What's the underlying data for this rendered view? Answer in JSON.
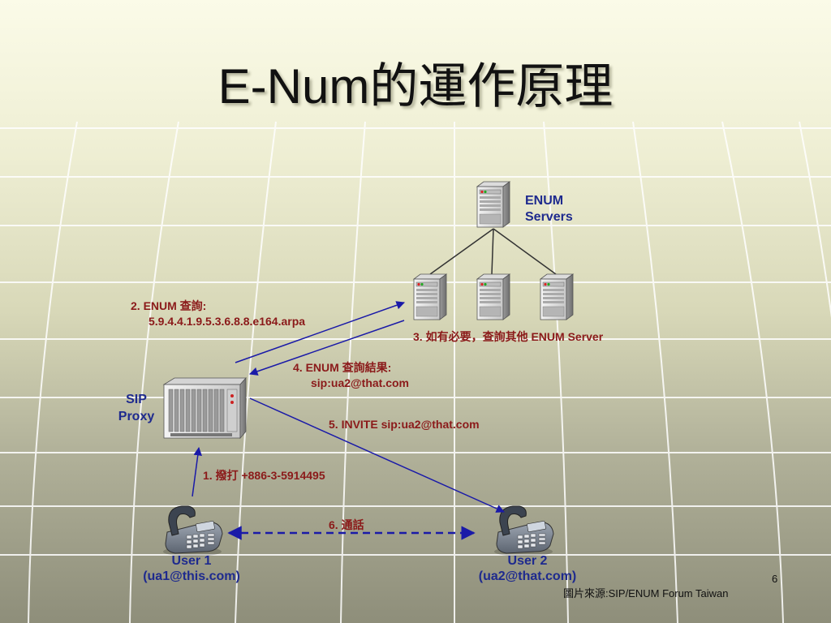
{
  "slide": {
    "title": "E-Num的運作原理",
    "page_number": "6",
    "source": "圖片來源:SIP/ENUM Forum Taiwan"
  },
  "nodes": {
    "enum_servers": {
      "line1": "ENUM",
      "line2": "Servers"
    },
    "sip_proxy": {
      "line1": "SIP",
      "line2": "Proxy"
    },
    "user1": {
      "name": "User 1",
      "address": "(ua1@this.com)"
    },
    "user2": {
      "name": "User 2",
      "address": "(ua2@that.com)"
    }
  },
  "steps": {
    "s1": "1. 撥打 +886-3-5914495",
    "s2_line1": "2. ENUM 查詢:",
    "s2_line2": "5.9.4.4.1.9.5.3.6.8.8.e164.arpa",
    "s3": "3. 如有必要，查詢其他 ENUM Server",
    "s4_line1": "4. ENUM 查詢結果:",
    "s4_line2": "sip:ua2@that.com",
    "s5": "5. INVITE sip:ua2@that.com",
    "s6": "6. 通話"
  },
  "colors": {
    "label_red": "#8b1a1a",
    "label_blue": "#1e2a8e",
    "arrow_blue": "#1a1aa8",
    "tree_line": "#333333"
  },
  "icons": [
    "server-icon",
    "sip-proxy-icon",
    "phone-icon"
  ]
}
